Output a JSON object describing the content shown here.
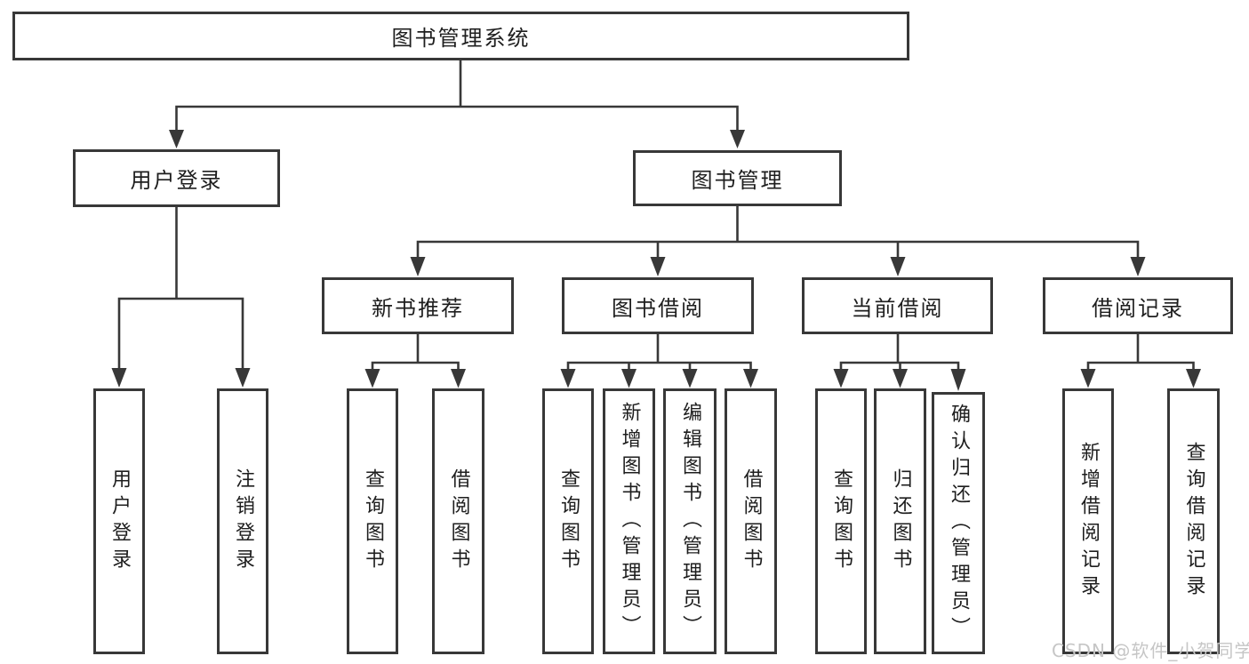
{
  "diagram": {
    "root": {
      "label": "图书管理系统"
    },
    "branches": [
      {
        "label": "用户登录",
        "children": [
          {
            "label": "用户登录"
          },
          {
            "label": "注销登录"
          }
        ]
      },
      {
        "label": "图书管理",
        "children": [
          {
            "label": "新书推荐",
            "children": [
              {
                "label": "查询图书"
              },
              {
                "label": "借阅图书"
              }
            ]
          },
          {
            "label": "图书借阅",
            "children": [
              {
                "label": "查询图书"
              },
              {
                "label": "新增图书（管理员）"
              },
              {
                "label": "编辑图书（管理员）"
              },
              {
                "label": "借阅图书"
              }
            ]
          },
          {
            "label": "当前借阅",
            "children": [
              {
                "label": "查询图书"
              },
              {
                "label": "归还图书"
              },
              {
                "label": "确认归还（管理员）"
              }
            ]
          },
          {
            "label": "借阅记录",
            "children": [
              {
                "label": "新增借阅记录"
              },
              {
                "label": "查询借阅记录"
              }
            ]
          }
        ]
      }
    ]
  },
  "watermark": {
    "text": "CSDN @软件_小贺同学"
  },
  "colors": {
    "line": "#383838",
    "text": "#1e1e1e",
    "background": "#ffffff",
    "watermark": "#c6c6c6"
  }
}
